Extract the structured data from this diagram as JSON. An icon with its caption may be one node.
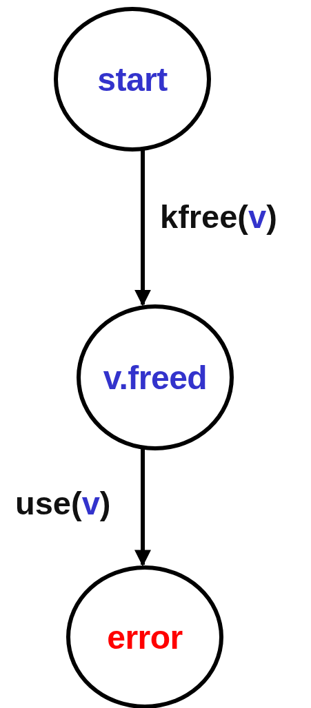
{
  "diagram": {
    "nodes": [
      {
        "text": [
          "start"
        ]
      },
      {
        "text": [
          "v.freed"
        ]
      },
      {
        "text": [
          "error"
        ]
      }
    ],
    "edges": [
      {
        "from": 0,
        "to": 1,
        "arrow": "to",
        "label": "kfree(v)"
      },
      {
        "from": 1,
        "to": 2,
        "arrow": "to",
        "label": "use(v)"
      }
    ]
  }
}
